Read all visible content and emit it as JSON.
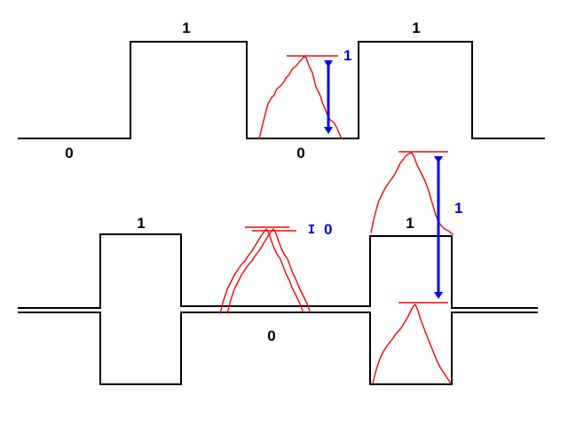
{
  "colors": {
    "signal": "#000000",
    "trace": "#ff0000",
    "measure": "#0000ff",
    "background": "#ffffff"
  },
  "top_waveform": {
    "bits": [
      "0",
      "1",
      "0",
      "1"
    ],
    "measure_label": "1"
  },
  "bottom_waveform": {
    "bits": [
      "1",
      "0",
      "1"
    ],
    "small_measure_label": "0",
    "large_measure_label": "1"
  }
}
